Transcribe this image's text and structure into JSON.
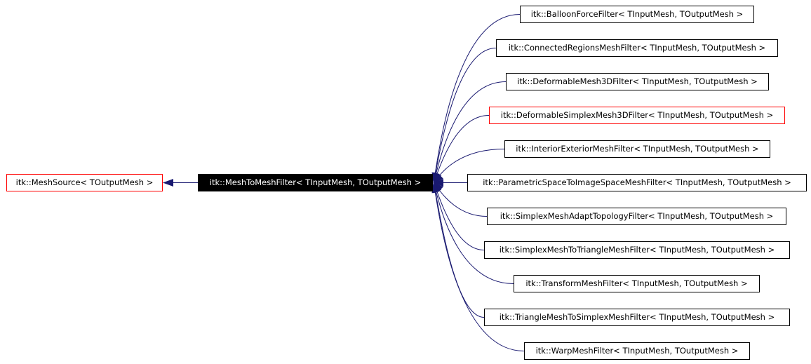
{
  "colors": {
    "edge": "#191970",
    "border": "#000000",
    "border_undocumented": "#ff0000",
    "current_fill": "#000000",
    "current_text": "#ffffff"
  },
  "base": {
    "label": "itk::MeshSource< TOutputMesh >"
  },
  "current": {
    "label": "itk::MeshToMeshFilter< TInputMesh, TOutputMesh >"
  },
  "derived": [
    {
      "label": "itk::BalloonForceFilter< TInputMesh, TOutputMesh >"
    },
    {
      "label": "itk::ConnectedRegionsMeshFilter< TInputMesh, TOutputMesh >"
    },
    {
      "label": "itk::DeformableMesh3DFilter< TInputMesh, TOutputMesh >"
    },
    {
      "label": "itk::DeformableSimplexMesh3DFilter< TInputMesh, TOutputMesh >"
    },
    {
      "label": "itk::InteriorExteriorMeshFilter< TInputMesh, TOutputMesh >"
    },
    {
      "label": "itk::ParametricSpaceToImageSpaceMeshFilter< TInputMesh, TOutputMesh >"
    },
    {
      "label": "itk::SimplexMeshAdaptTopologyFilter< TInputMesh, TOutputMesh >"
    },
    {
      "label": "itk::SimplexMeshToTriangleMeshFilter< TInputMesh, TOutputMesh >"
    },
    {
      "label": "itk::TransformMeshFilter< TInputMesh, TOutputMesh >"
    },
    {
      "label": "itk::TriangleMeshToSimplexMeshFilter< TInputMesh, TOutputMesh >"
    },
    {
      "label": "itk::WarpMeshFilter< TInputMesh, TOutputMesh >"
    }
  ]
}
